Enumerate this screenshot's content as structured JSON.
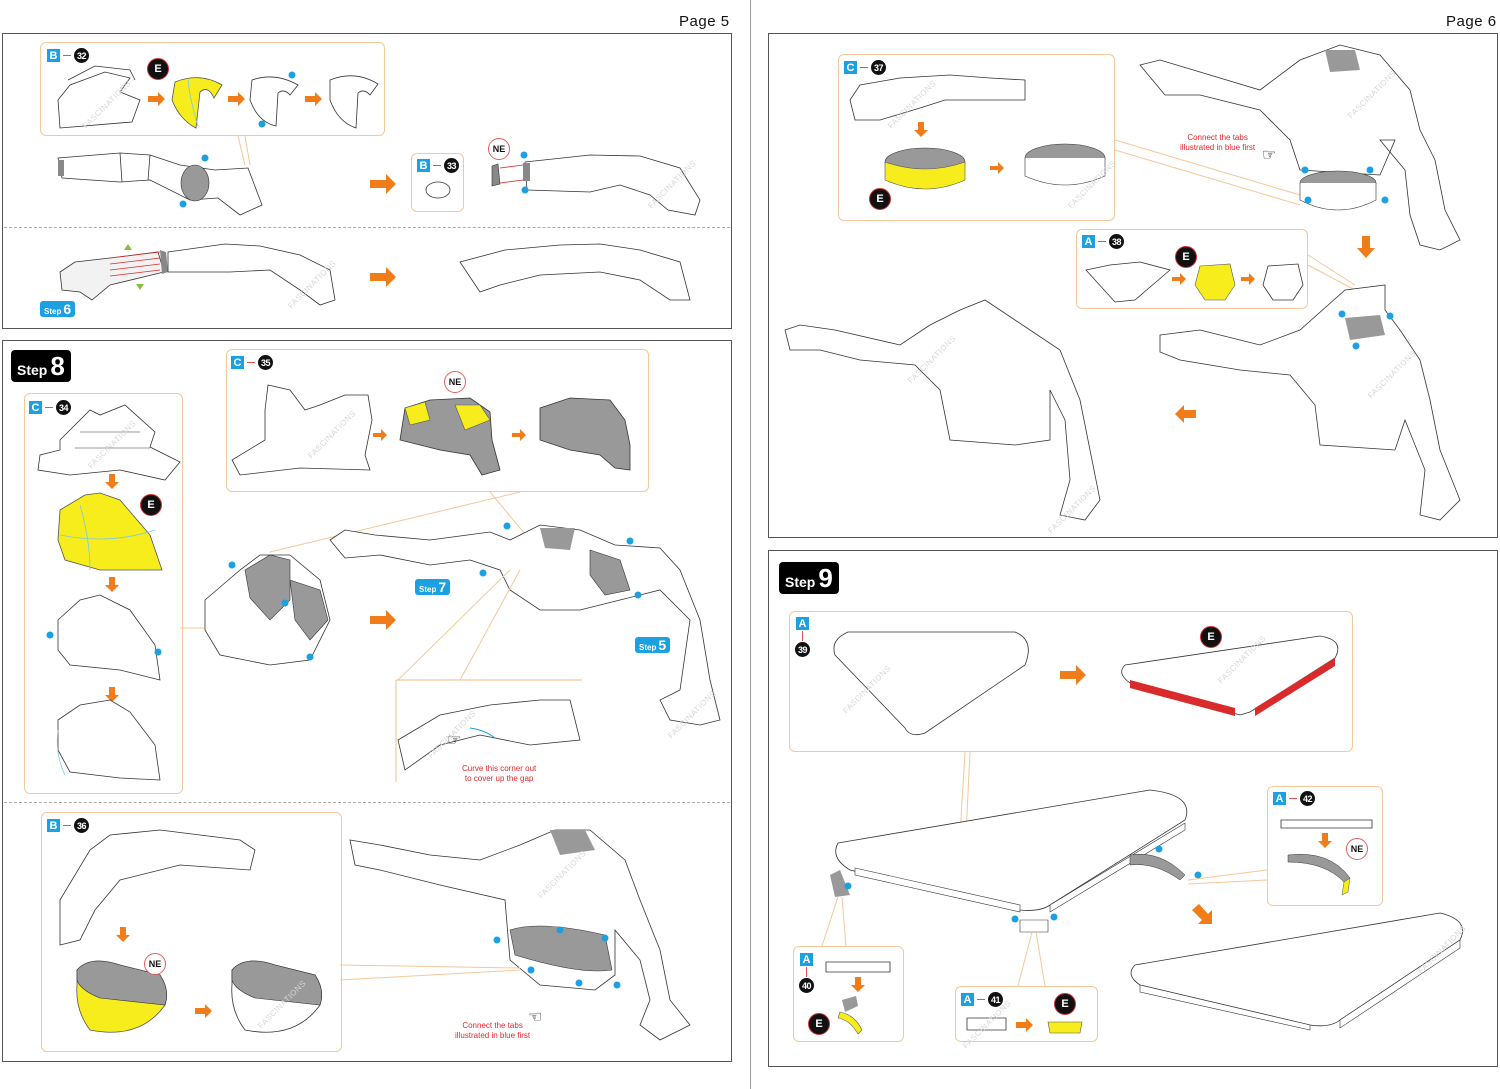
{
  "pages": [
    {
      "page_label": "Page 5",
      "sections": [
        {
          "part_letter": "B",
          "part_number": "32",
          "badge": "E"
        },
        {
          "part_letter": "B",
          "part_number": "33",
          "badge": "NE"
        },
        {
          "step_reference": {
            "word": "Step",
            "number": "6"
          }
        }
      ],
      "step8": {
        "word": "Step",
        "number": "8",
        "parts": [
          {
            "part_letter": "C",
            "part_number": "34",
            "badge": "E"
          },
          {
            "part_letter": "C",
            "part_number": "35",
            "badge": "NE"
          },
          {
            "part_letter": "B",
            "part_number": "36",
            "badge": "NE"
          }
        ],
        "step_references": [
          {
            "word": "Step",
            "number": "7"
          },
          {
            "word": "Step",
            "number": "5"
          }
        ],
        "notes": {
          "curve_corner": [
            "Curve this corner out",
            "to cover up the gap"
          ],
          "connect_tabs": [
            "Connect the tabs",
            "illustrated in blue first"
          ]
        }
      }
    },
    {
      "page_label": "Page 6",
      "parts": [
        {
          "part_letter": "C",
          "part_number": "37",
          "badge": "E"
        },
        {
          "part_letter": "A",
          "part_number": "38",
          "badge": "E"
        }
      ],
      "notes": {
        "connect_tabs": [
          "Connect the tabs",
          "illustrated in blue first"
        ]
      },
      "step9": {
        "word": "Step",
        "number": "9",
        "parts": [
          {
            "part_letter": "A",
            "part_number": "39",
            "badge": "E"
          },
          {
            "part_letter": "A",
            "part_number": "40",
            "badge": "E"
          },
          {
            "part_letter": "A",
            "part_number": "41",
            "badge": "E"
          },
          {
            "part_letter": "A",
            "part_number": "42",
            "badge": "NE"
          }
        ]
      }
    }
  ],
  "watermark": "FASCINATIONS",
  "colors": {
    "part_blue": "#1ba0e2",
    "callout_border": "#f3c89a",
    "arrow_orange": "#f07d1a",
    "glue_yellow": "#f7ec1c",
    "piece_gray": "#9a9a9a",
    "note_red": "#e0282a",
    "edge_red": "#d92b2b"
  }
}
